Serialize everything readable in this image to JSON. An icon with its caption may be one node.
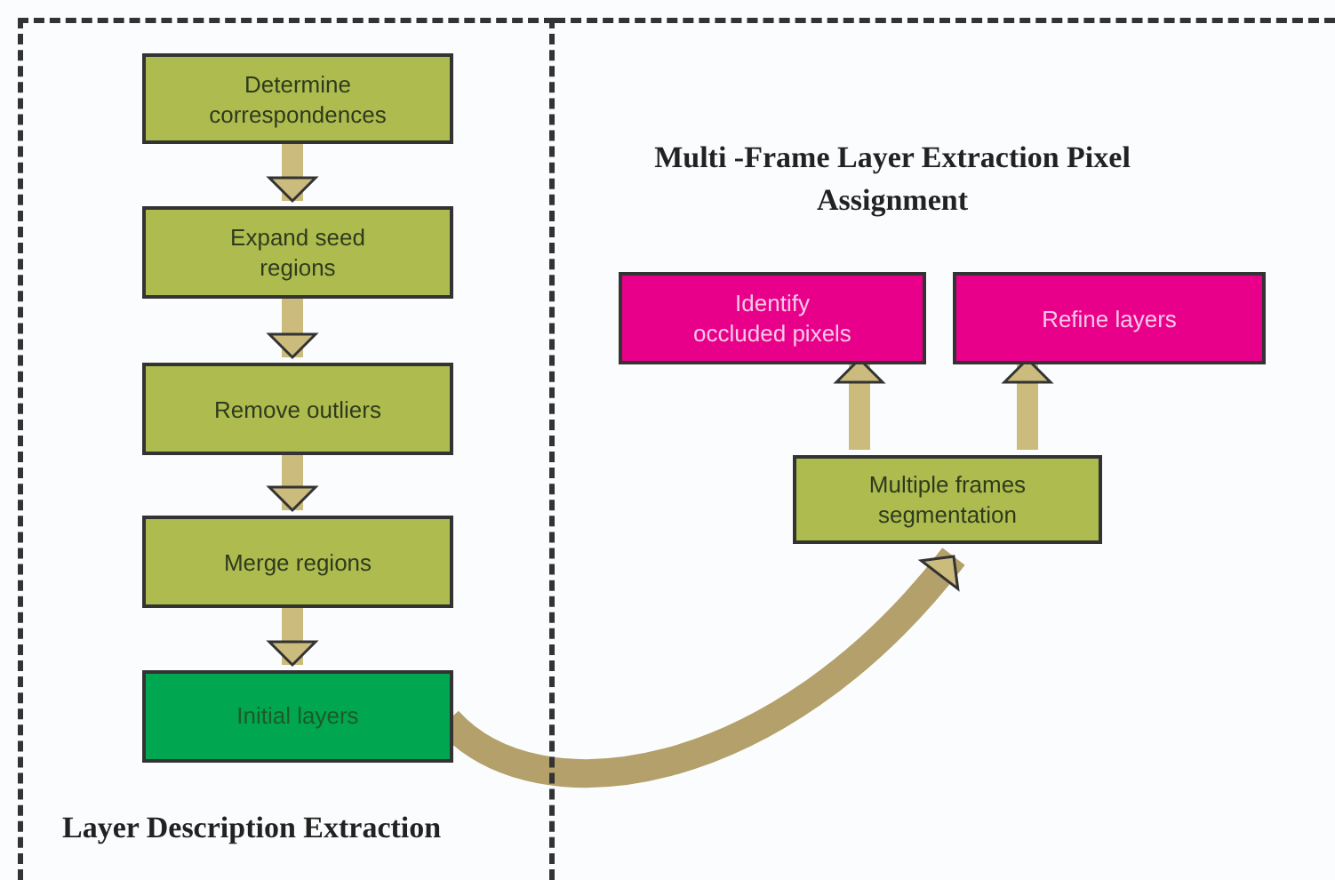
{
  "diagram": {
    "nodes": [
      {
        "text": [
          "Layer Description Extraction"
        ]
      },
      {
        "text": [
          "Determine correspondences"
        ],
        "in": 0
      },
      {
        "text": [
          "Expand seed regions"
        ],
        "in": 0
      },
      {
        "text": [
          "Remove outliers"
        ],
        "in": 0
      },
      {
        "text": [
          "Merge regions"
        ],
        "in": 0
      },
      {
        "text": [
          "Initial layers"
        ],
        "in": 0
      },
      {
        "text": [
          "Multi -Frame Layer Extraction Pixel Assignment"
        ]
      },
      {
        "text": [
          "Identify occluded pixels"
        ],
        "in": 6
      },
      {
        "text": [
          "Refine layers"
        ],
        "in": 6
      },
      {
        "text": [
          "Multiple frames segmentation"
        ],
        "in": 6
      }
    ],
    "edges": [
      {
        "from": 1,
        "to": 2,
        "arrow": "to"
      },
      {
        "from": 2,
        "to": 3,
        "arrow": "to"
      },
      {
        "from": 3,
        "to": 4,
        "arrow": "to"
      },
      {
        "from": 4,
        "to": 5,
        "arrow": "to"
      },
      {
        "from": 5,
        "to": 9,
        "arrow": "to"
      },
      {
        "from": 9,
        "to": 7,
        "arrow": "to"
      },
      {
        "from": 9,
        "to": 8,
        "arrow": "to"
      }
    ]
  }
}
